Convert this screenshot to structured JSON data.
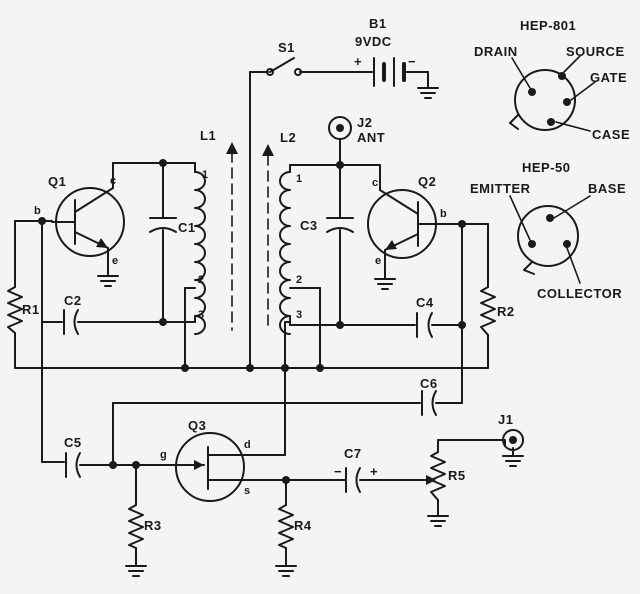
{
  "components": {
    "q1": "Q1",
    "q2": "Q2",
    "q3": "Q3",
    "l1": "L1",
    "l2": "L2",
    "c1": "C1",
    "c2": "C2",
    "c3": "C3",
    "c4": "C4",
    "c5": "C5",
    "c6": "C6",
    "c7": "C7",
    "r1": "R1",
    "r2": "R2",
    "r3": "R3",
    "r4": "R4",
    "r5": "R5",
    "s1": "S1",
    "b1": "B1",
    "b1_value": "9VDC",
    "j1": "J1",
    "j2": "J2",
    "j2_ant": "ANT"
  },
  "pins": {
    "b": "b",
    "c": "c",
    "e": "e",
    "g": "g",
    "d": "d",
    "s": "s",
    "tap1": "1",
    "tap2": "2",
    "tap3": "3",
    "plus": "+",
    "minus": "−"
  },
  "pinouts": {
    "hep801": {
      "title": "HEP-801",
      "drain": "DRAIN",
      "source": "SOURCE",
      "gate": "GATE",
      "case": "CASE"
    },
    "hep50": {
      "title": "HEP-50",
      "emitter": "EMITTER",
      "base": "BASE",
      "collector": "COLLECTOR"
    }
  }
}
